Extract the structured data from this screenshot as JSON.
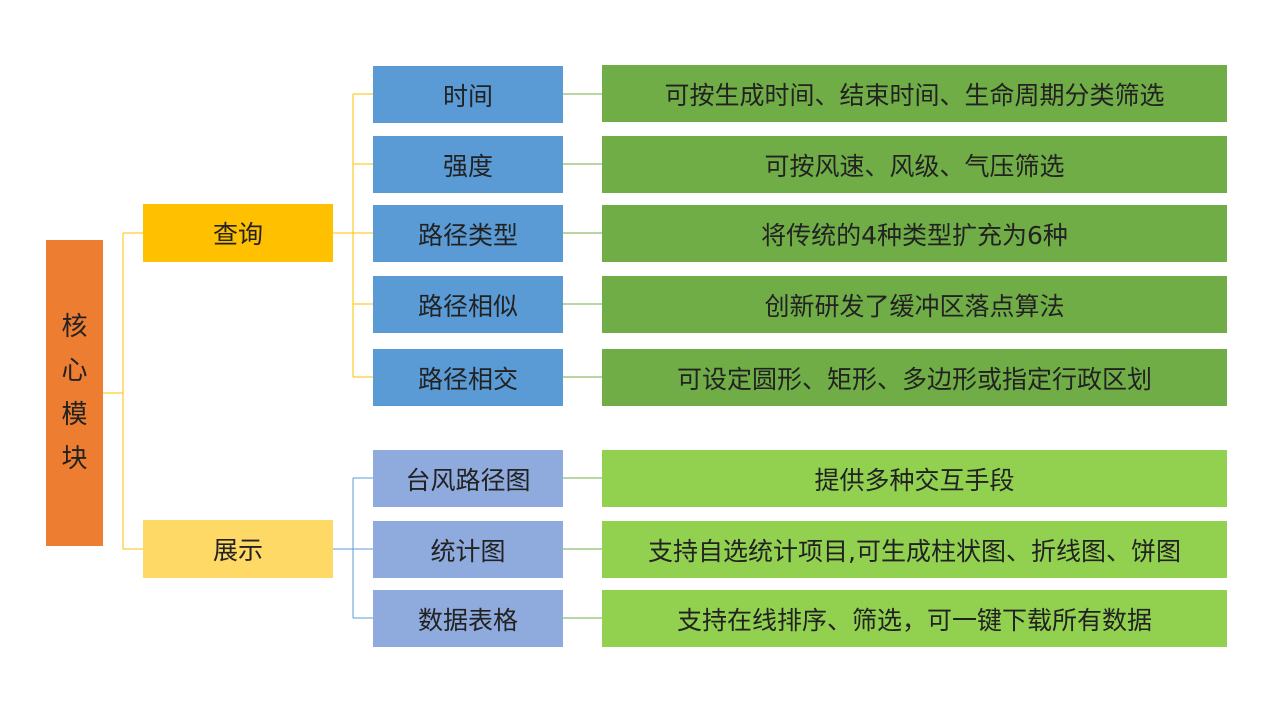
{
  "root": {
    "chars": [
      "核",
      "心",
      "模",
      "块"
    ]
  },
  "query": {
    "label": "查询",
    "items": [
      {
        "label": "时间",
        "desc": "可按生成时间、结束时间、生命周期分类筛选"
      },
      {
        "label": "强度",
        "desc": "可按风速、风级、气压筛选"
      },
      {
        "label": "路径类型",
        "desc": "将传统的4种类型扩充为6种"
      },
      {
        "label": "路径相似",
        "desc": "创新研发了缓冲区落点算法"
      },
      {
        "label": "路径相交",
        "desc": "可设定圆形、矩形、多边形或指定行政区划"
      }
    ]
  },
  "display": {
    "label": "展示",
    "items": [
      {
        "label": "台风路径图",
        "desc": "提供多种交互手段"
      },
      {
        "label": "统计图",
        "desc": "支持自选统计项目,可生成柱状图、折线图、饼图"
      },
      {
        "label": "数据表格",
        "desc": "支持在线排序、筛选，可一键下载所有数据"
      }
    ]
  },
  "colors": {
    "root": "#ED7D31",
    "query": "#FFC000",
    "display": "#FFD966",
    "query_leaf": "#5B9BD5",
    "display_leaf": "#8FAADC",
    "query_desc": "#70AD47",
    "display_desc": "#92D050"
  }
}
